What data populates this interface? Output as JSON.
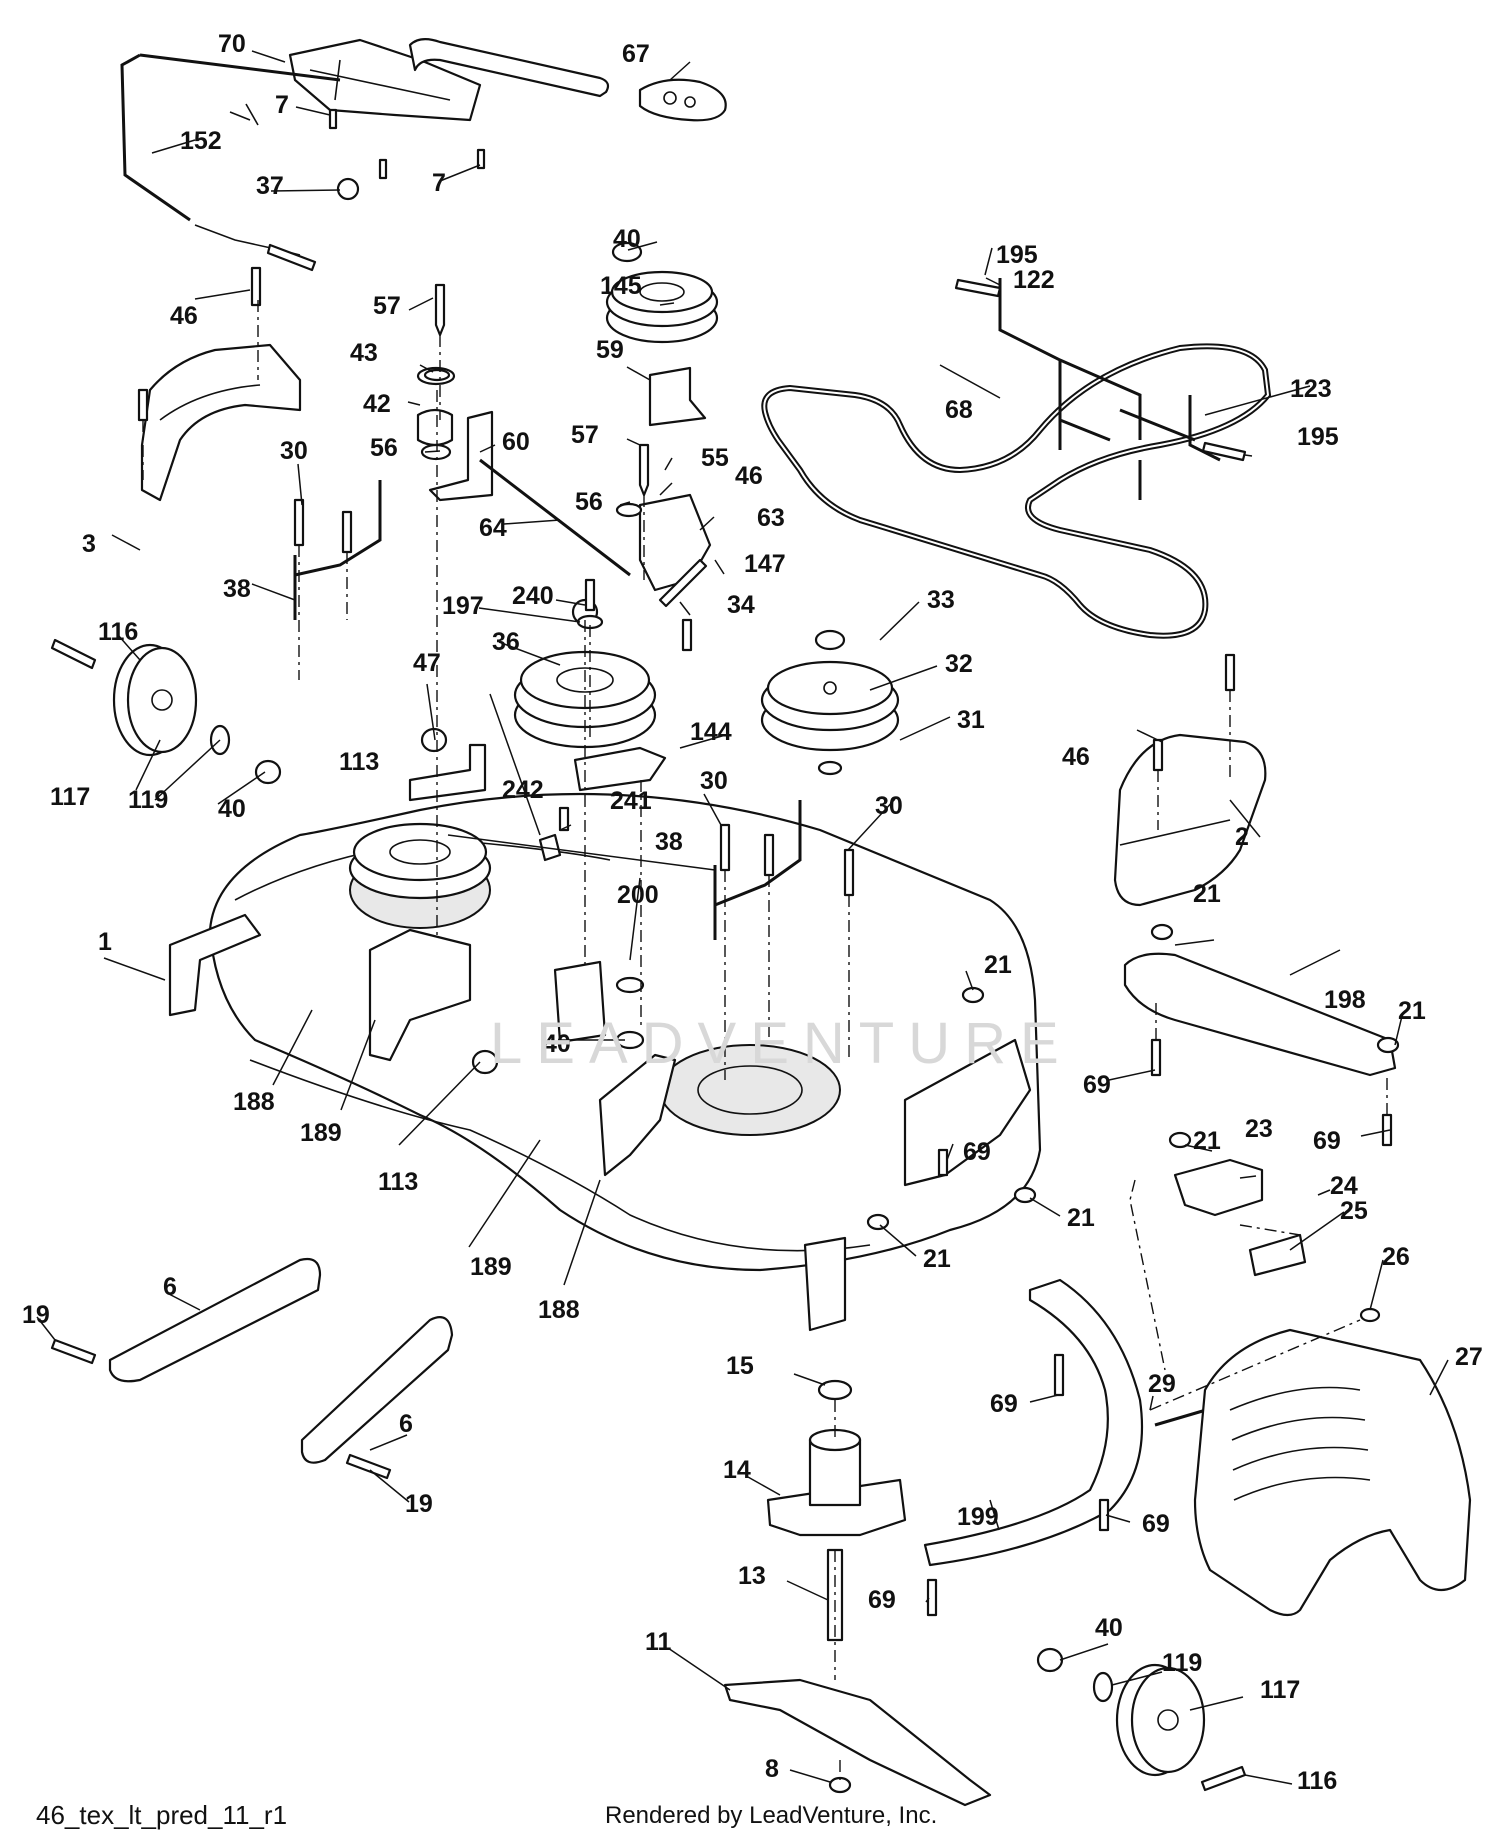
{
  "diagram": {
    "code": "46_tex_lt_pred_11_r1",
    "credit": "Rendered by LeadVenture, Inc.",
    "watermark": "LEADVENTURE"
  },
  "labels": [
    "70",
    "67",
    "7",
    "7",
    "152",
    "37",
    "46",
    "57",
    "43",
    "42",
    "56",
    "60",
    "145",
    "40",
    "59",
    "57",
    "55",
    "46",
    "56",
    "63",
    "147",
    "34",
    "240",
    "197",
    "36",
    "33",
    "32",
    "31",
    "144",
    "30",
    "38",
    "64",
    "3",
    "116",
    "117",
    "119",
    "40",
    "47",
    "113",
    "242",
    "241",
    "30",
    "38",
    "30",
    "200",
    "122",
    "195",
    "68",
    "123",
    "195",
    "46",
    "2",
    "21",
    "198",
    "21",
    "69",
    "69",
    "21",
    "23",
    "24",
    "25",
    "26",
    "27",
    "29",
    "1",
    "188",
    "189",
    "113",
    "40",
    "21",
    "69",
    "21",
    "21",
    "189",
    "188",
    "6",
    "19",
    "6",
    "19",
    "15",
    "14",
    "69",
    "69",
    "13",
    "69",
    "11",
    "8",
    "199",
    "40",
    "119",
    "117",
    "116"
  ]
}
